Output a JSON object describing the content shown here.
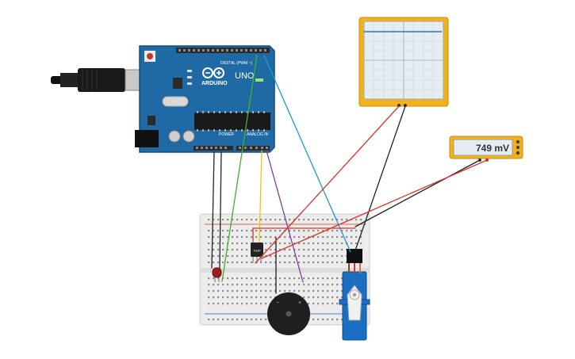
{
  "arduino": {
    "brand": "ARDUINO",
    "model": "UNO",
    "digital_label": "DIGITAL (PWM ~)",
    "power_label": "POWER",
    "analog_label": "ANALOG IN",
    "board_color": "#1f6aa5"
  },
  "multimeter": {
    "reading": "749 mV",
    "case_color": "#f4b21a"
  },
  "oscilloscope": {
    "case_color": "#f4b21a",
    "trace_color": "#2a78d0"
  },
  "breadboard": {
    "sensor_label": "TMP"
  },
  "wires": {
    "black": "#222222",
    "red": "#d8342a",
    "green": "#43b02a",
    "yellow": "#e8c800",
    "purple": "#7b3fa0",
    "blue": "#1d98d2",
    "orange": "#e8712a"
  }
}
